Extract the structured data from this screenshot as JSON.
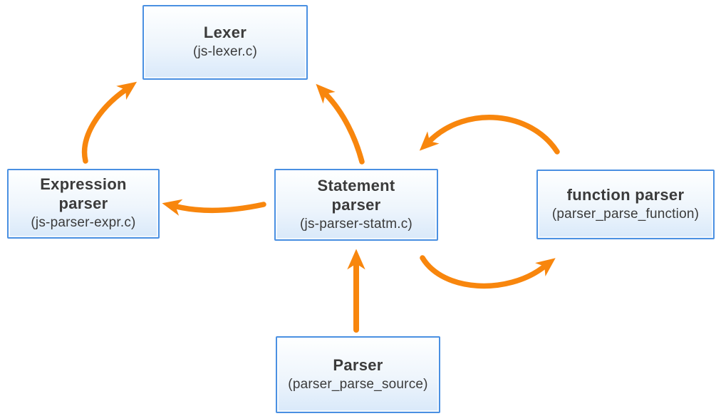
{
  "diagram": {
    "accent_orange": "#F8860D",
    "box_border_blue": "#4A90E2",
    "box_fill_top": "#FEFFFF",
    "box_fill_bottom": "#D9E9FA",
    "text_color": "#3B3B3B",
    "background": "#FFFFFF"
  },
  "nodes": [
    {
      "id": "lexer",
      "title": "Lexer",
      "subtitle": "(js-lexer.c)"
    },
    {
      "id": "expression-parser",
      "title": "Expression\nparser",
      "subtitle": "(js-parser-expr.c)"
    },
    {
      "id": "statement-parser",
      "title": "Statement\nparser",
      "subtitle": "(js-parser-statm.c)"
    },
    {
      "id": "function-parser",
      "title": "function parser",
      "subtitle": "(parser_parse_function)"
    },
    {
      "id": "parser",
      "title": "Parser",
      "subtitle": "(parser_parse_source)"
    }
  ],
  "edges": [
    {
      "from": "expression-parser",
      "to": "lexer"
    },
    {
      "from": "statement-parser",
      "to": "lexer"
    },
    {
      "from": "statement-parser",
      "to": "expression-parser"
    },
    {
      "from": "function-parser",
      "to": "statement-parser"
    },
    {
      "from": "statement-parser",
      "to": "function-parser"
    },
    {
      "from": "parser",
      "to": "statement-parser"
    }
  ]
}
